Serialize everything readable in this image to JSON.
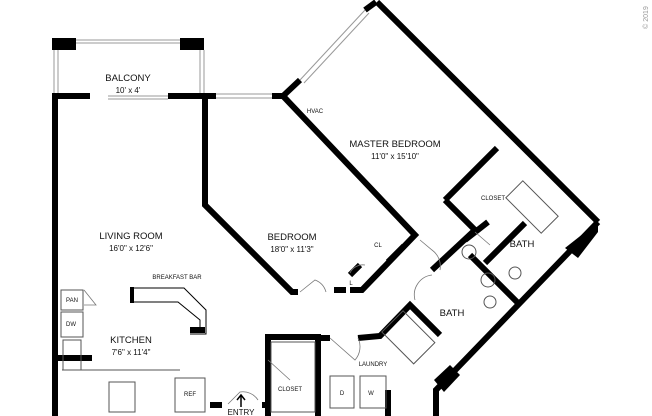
{
  "copyright": "© 2019",
  "rooms": {
    "balcony": {
      "name": "BALCONY",
      "size": "10' x 4'"
    },
    "living_room": {
      "name": "LIVING ROOM",
      "size": "16'0\" x 12'6\""
    },
    "bedroom": {
      "name": "BEDROOM",
      "size": "18'0\" x 11'3\""
    },
    "master_bedroom": {
      "name": "MASTER BEDROOM",
      "size": "11'0\" x 15'10\""
    },
    "kitchen": {
      "name": "KITCHEN",
      "size": "7'6\" x 11'4\""
    }
  },
  "labels": {
    "hvac": "HVAC",
    "master_closet": "CLOSET",
    "master_bath": "BATH",
    "cl": "CL",
    "l": "L",
    "bath": "BATH",
    "breakfast_bar": "BREAKFAST BAR",
    "pan": "PAN",
    "dw": "DW",
    "ref": "REF",
    "closet": "CLOSET",
    "laundry": "LAUNDRY",
    "dryer": "D",
    "washer": "W",
    "entry": "ENTRY"
  }
}
